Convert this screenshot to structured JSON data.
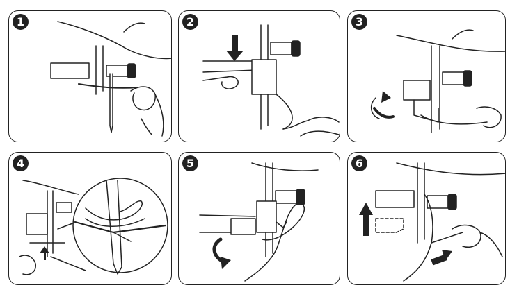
{
  "steps": [
    {
      "number": "1"
    },
    {
      "number": "2"
    },
    {
      "number": "3"
    },
    {
      "number": "4"
    },
    {
      "number": "5"
    },
    {
      "number": "6"
    }
  ],
  "colors": {
    "line": "#222222",
    "background": "#ffffff"
  }
}
